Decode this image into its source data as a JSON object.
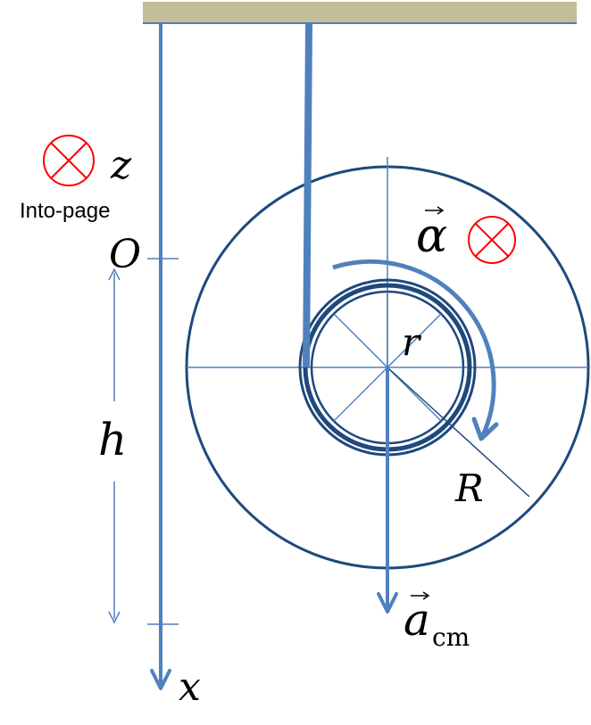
{
  "labels": {
    "z_axis": "z",
    "z_note": "Into-page",
    "origin": "O",
    "height": "h",
    "alpha": "α",
    "small_radius": "r",
    "big_radius": "R",
    "accel": "a",
    "accel_sub": "cm",
    "x_axis": "x"
  },
  "colors": {
    "ceiling": "#c4bd97",
    "ceiling_edge": "#4a7ebb",
    "axis": "#4f81bd",
    "disk": "#1f497d",
    "into_page": "#ff0000"
  },
  "icons": {
    "into_page_symbol": "circled-x-icon",
    "arrow": "arrow-icon"
  }
}
